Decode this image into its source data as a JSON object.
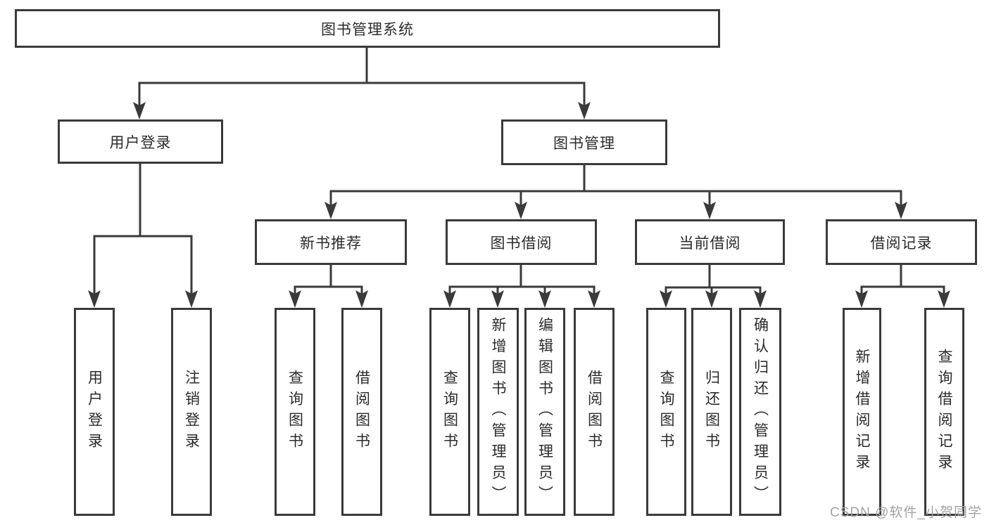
{
  "colors": {
    "line": "#3a3a3a",
    "text": "#2b2b2b",
    "watermark": "#a3a3a3",
    "background": "#ffffff"
  },
  "watermark": {
    "text": "CSDN @软件_小贺同学"
  },
  "nodes": {
    "root": {
      "label": "图书管理系统"
    },
    "user_login": {
      "label": "用户登录"
    },
    "book_management": {
      "label": "图书管理"
    },
    "new_book_recommendation": {
      "label": "新书推荐"
    },
    "book_borrowing": {
      "label": "图书借阅"
    },
    "current_borrowing": {
      "label": "当前借阅"
    },
    "borrowing_records": {
      "label": "借阅记录"
    },
    "login_user_login": {
      "label": "用户登录"
    },
    "login_logout": {
      "label": "注销登录"
    },
    "recommend_query_books": {
      "label": "查询图书"
    },
    "recommend_borrow_books": {
      "label": "借阅图书"
    },
    "borrowing_query_books": {
      "label": "查询图书"
    },
    "borrowing_add_books": {
      "label": "新增图书（管理员）"
    },
    "borrowing_edit_books": {
      "label": "编辑图书（管理员）"
    },
    "borrowing_borrow_books": {
      "label": "借阅图书"
    },
    "current_query_books": {
      "label": "查询图书"
    },
    "current_return_books": {
      "label": "归还图书"
    },
    "current_confirm_return": {
      "label": "确认归还（管理员）"
    },
    "records_add_record": {
      "label": "新增借阅记录"
    },
    "records_query_record": {
      "label": "查询借阅记录"
    }
  },
  "hierarchy": {
    "label": "图书管理系统",
    "children": [
      {
        "label": "用户登录",
        "children": [
          {
            "label": "用户登录"
          },
          {
            "label": "注销登录"
          }
        ]
      },
      {
        "label": "图书管理",
        "children": [
          {
            "label": "新书推荐",
            "children": [
              {
                "label": "查询图书"
              },
              {
                "label": "借阅图书"
              }
            ]
          },
          {
            "label": "图书借阅",
            "children": [
              {
                "label": "查询图书"
              },
              {
                "label": "新增图书（管理员）"
              },
              {
                "label": "编辑图书（管理员）"
              },
              {
                "label": "借阅图书"
              }
            ]
          },
          {
            "label": "当前借阅",
            "children": [
              {
                "label": "查询图书"
              },
              {
                "label": "归还图书"
              },
              {
                "label": "确认归还（管理员）"
              }
            ]
          },
          {
            "label": "借阅记录",
            "children": [
              {
                "label": "新增借阅记录"
              },
              {
                "label": "查询借阅记录"
              }
            ]
          }
        ]
      }
    ]
  }
}
